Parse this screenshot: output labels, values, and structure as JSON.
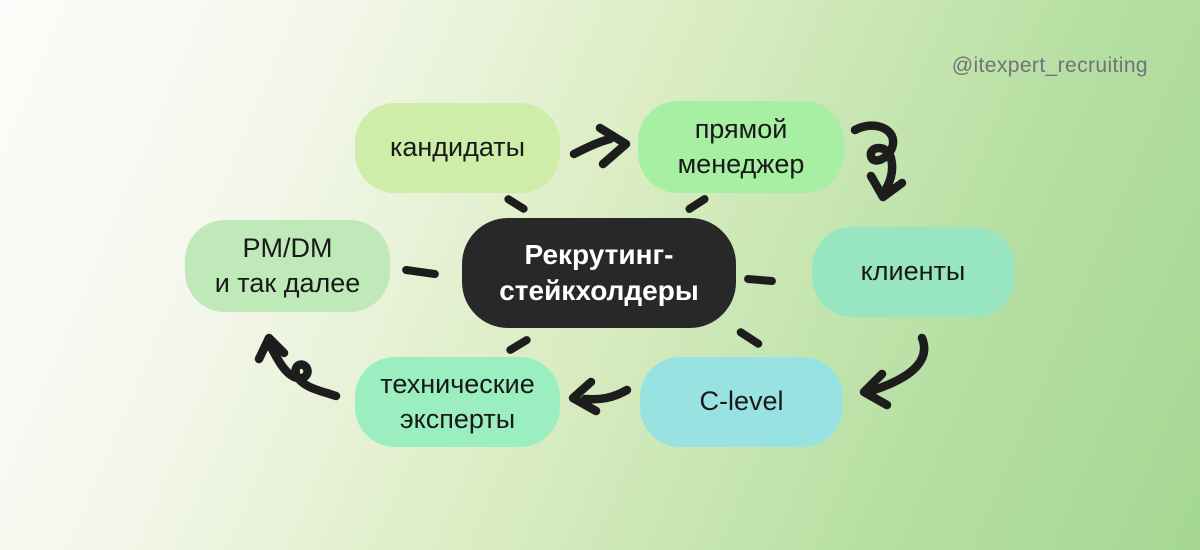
{
  "watermark": {
    "text": "@itexpert_recruiting",
    "color": "#6f7478"
  },
  "center_node": {
    "line1": "Рекрутинг-",
    "line2": "стейкхолдеры",
    "bg": "#282828",
    "text_color": "#ffffff"
  },
  "nodes": {
    "candidates": {
      "line1": "кандидаты",
      "bg": "#cdeda9"
    },
    "direct_manager": {
      "line1": "прямой",
      "line2": "менеджер",
      "bg": "#a6efa3"
    },
    "clients": {
      "line1": "клиенты",
      "bg": "#97e6c1"
    },
    "c_level": {
      "line1": "C-level",
      "bg": "#98e2e1"
    },
    "tech_experts": {
      "line1": "технические",
      "line2": "эксперты",
      "bg": "#9aeec0"
    },
    "pm_dm": {
      "line1": "PM/DM",
      "line2": "и так далее",
      "bg": "#bfe9b9"
    }
  },
  "connector_color": "#1d1d1d",
  "background": {
    "from": "#fcfcfa",
    "to": "#a5d794"
  },
  "flow_order": [
    "кандидаты",
    "прямой менеджер",
    "клиенты",
    "C-level",
    "технические эксперты",
    "PM/DM и так далее"
  ]
}
